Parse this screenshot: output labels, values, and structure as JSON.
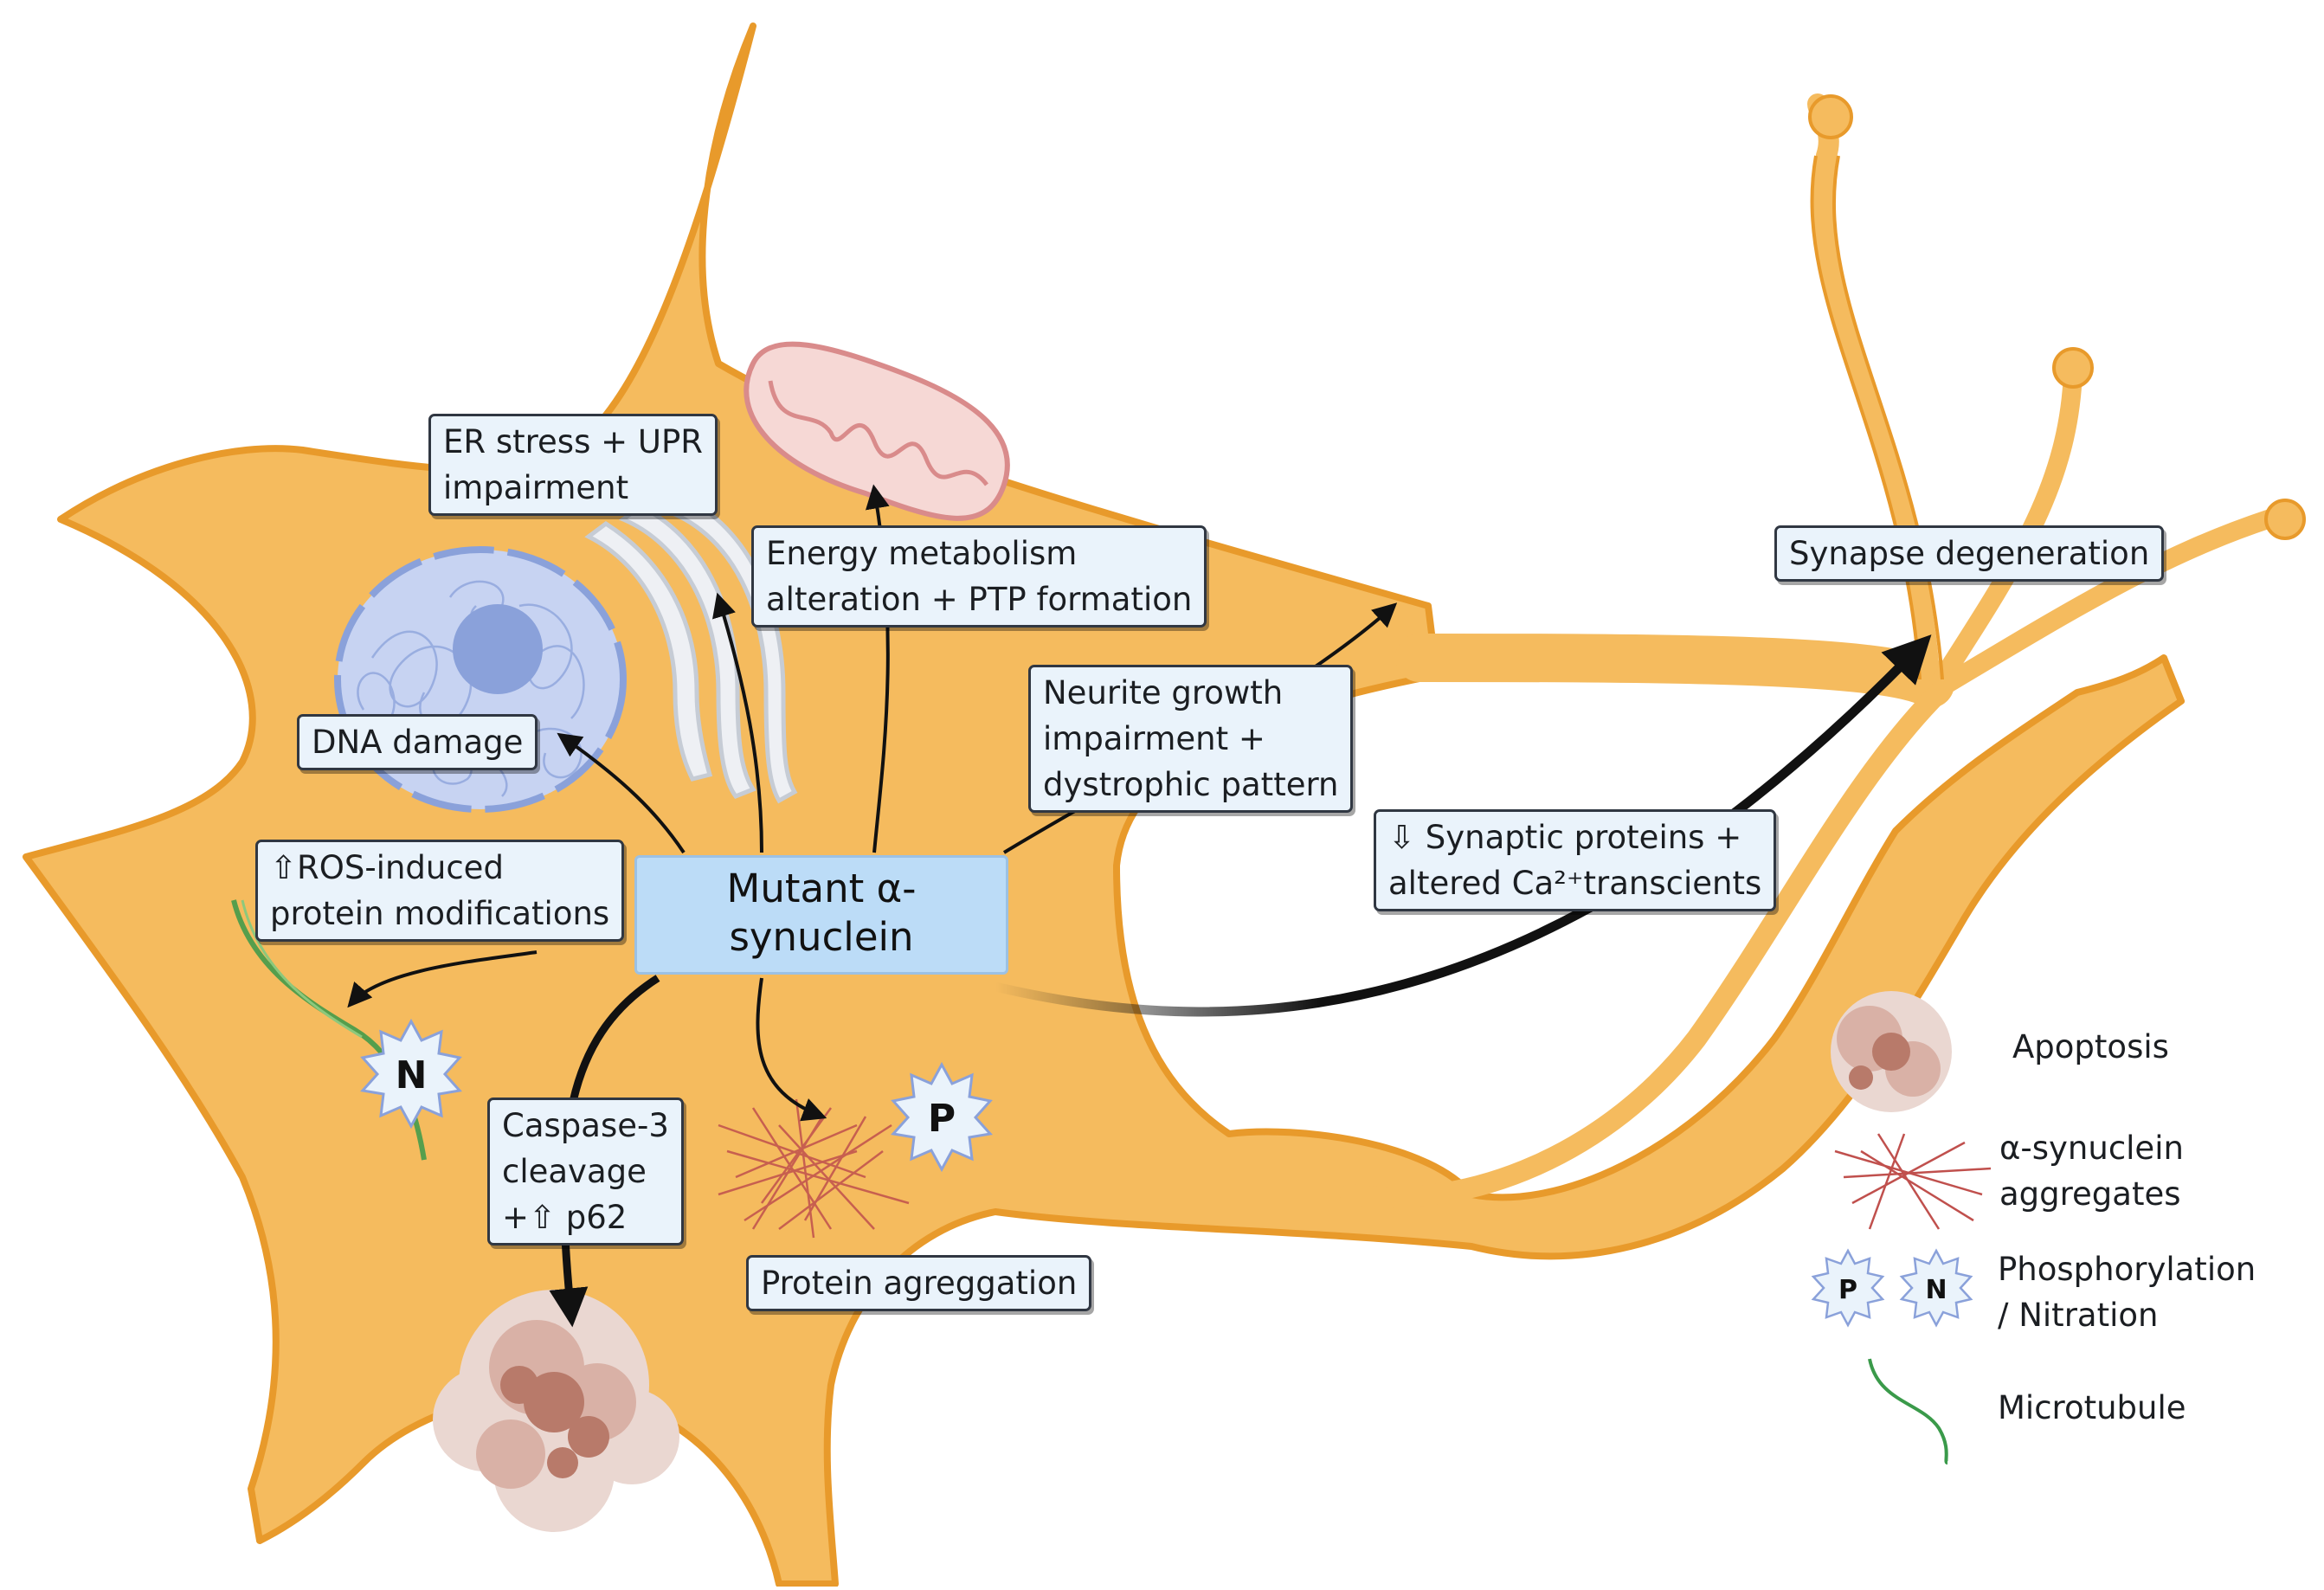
{
  "center_label": [
    "Mutant",
    "α-synuclein"
  ],
  "labels": {
    "er_stress": [
      "ER stress + UPR",
      "impairment"
    ],
    "energy_metabolism": [
      "Energy metabolism",
      "alteration + PTP formation"
    ],
    "dna_damage": [
      "DNA damage"
    ],
    "neurite_growth": [
      "Neurite growth",
      "impairment +",
      "dystrophic pattern"
    ],
    "synapse_degeneration": [
      "Synapse degeneration"
    ],
    "synaptic_proteins": [
      "⇩ Synaptic proteins +",
      "altered Ca²⁺transcients"
    ],
    "ros": [
      "⇧ROS-induced",
      "protein modifications"
    ],
    "caspase": [
      "Caspase-3",
      "cleavage",
      "+⇧ p62"
    ],
    "protein_aggregation": [
      "Protein agreggation"
    ]
  },
  "badges": {
    "phosphorylation": "P",
    "nitration": "N"
  },
  "legend": {
    "apoptosis": [
      "Apoptosis"
    ],
    "aggregates": [
      "α-synuclein",
      "aggregates"
    ],
    "phos_nitr": [
      "Phosphorylation",
      "/ Nitration"
    ],
    "microtubule": [
      "Microtubule"
    ]
  },
  "colors": {
    "neuron_fill": "#f5bb5e",
    "neuron_stroke": "#e89a2b",
    "label_box_fill": "#eaf3fb",
    "label_box_border": "#303742",
    "center_box_fill": "#bcdcf7",
    "mitochondria": "#d98b8b",
    "nucleus": "#8aa1da",
    "apoptosis": "#b87a6a",
    "aggregates": "#c0504d",
    "microtubule": "#3a9a4a"
  }
}
